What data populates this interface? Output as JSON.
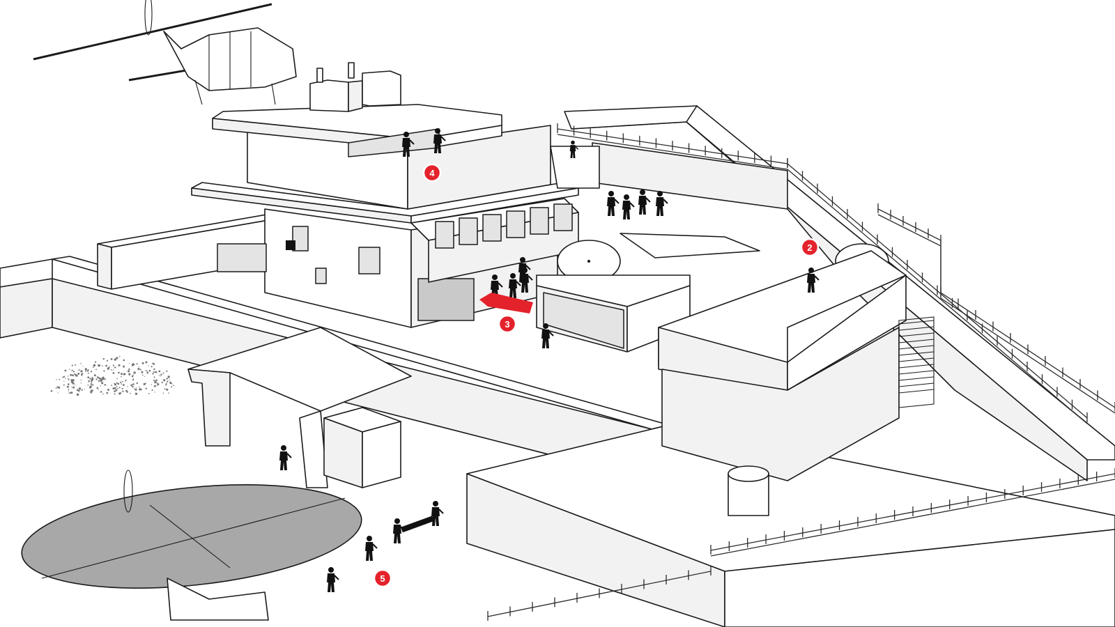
{
  "markers": [
    {
      "id": "marker-2",
      "label": "2"
    },
    {
      "id": "marker-3",
      "label": "3"
    },
    {
      "id": "marker-4",
      "label": "4"
    },
    {
      "id": "marker-5",
      "label": "5"
    }
  ],
  "colors": {
    "accent": "#e4222b",
    "line": "#1a1a1a",
    "shade": "#e4e4e4",
    "rotor": "#a8a8a8"
  }
}
